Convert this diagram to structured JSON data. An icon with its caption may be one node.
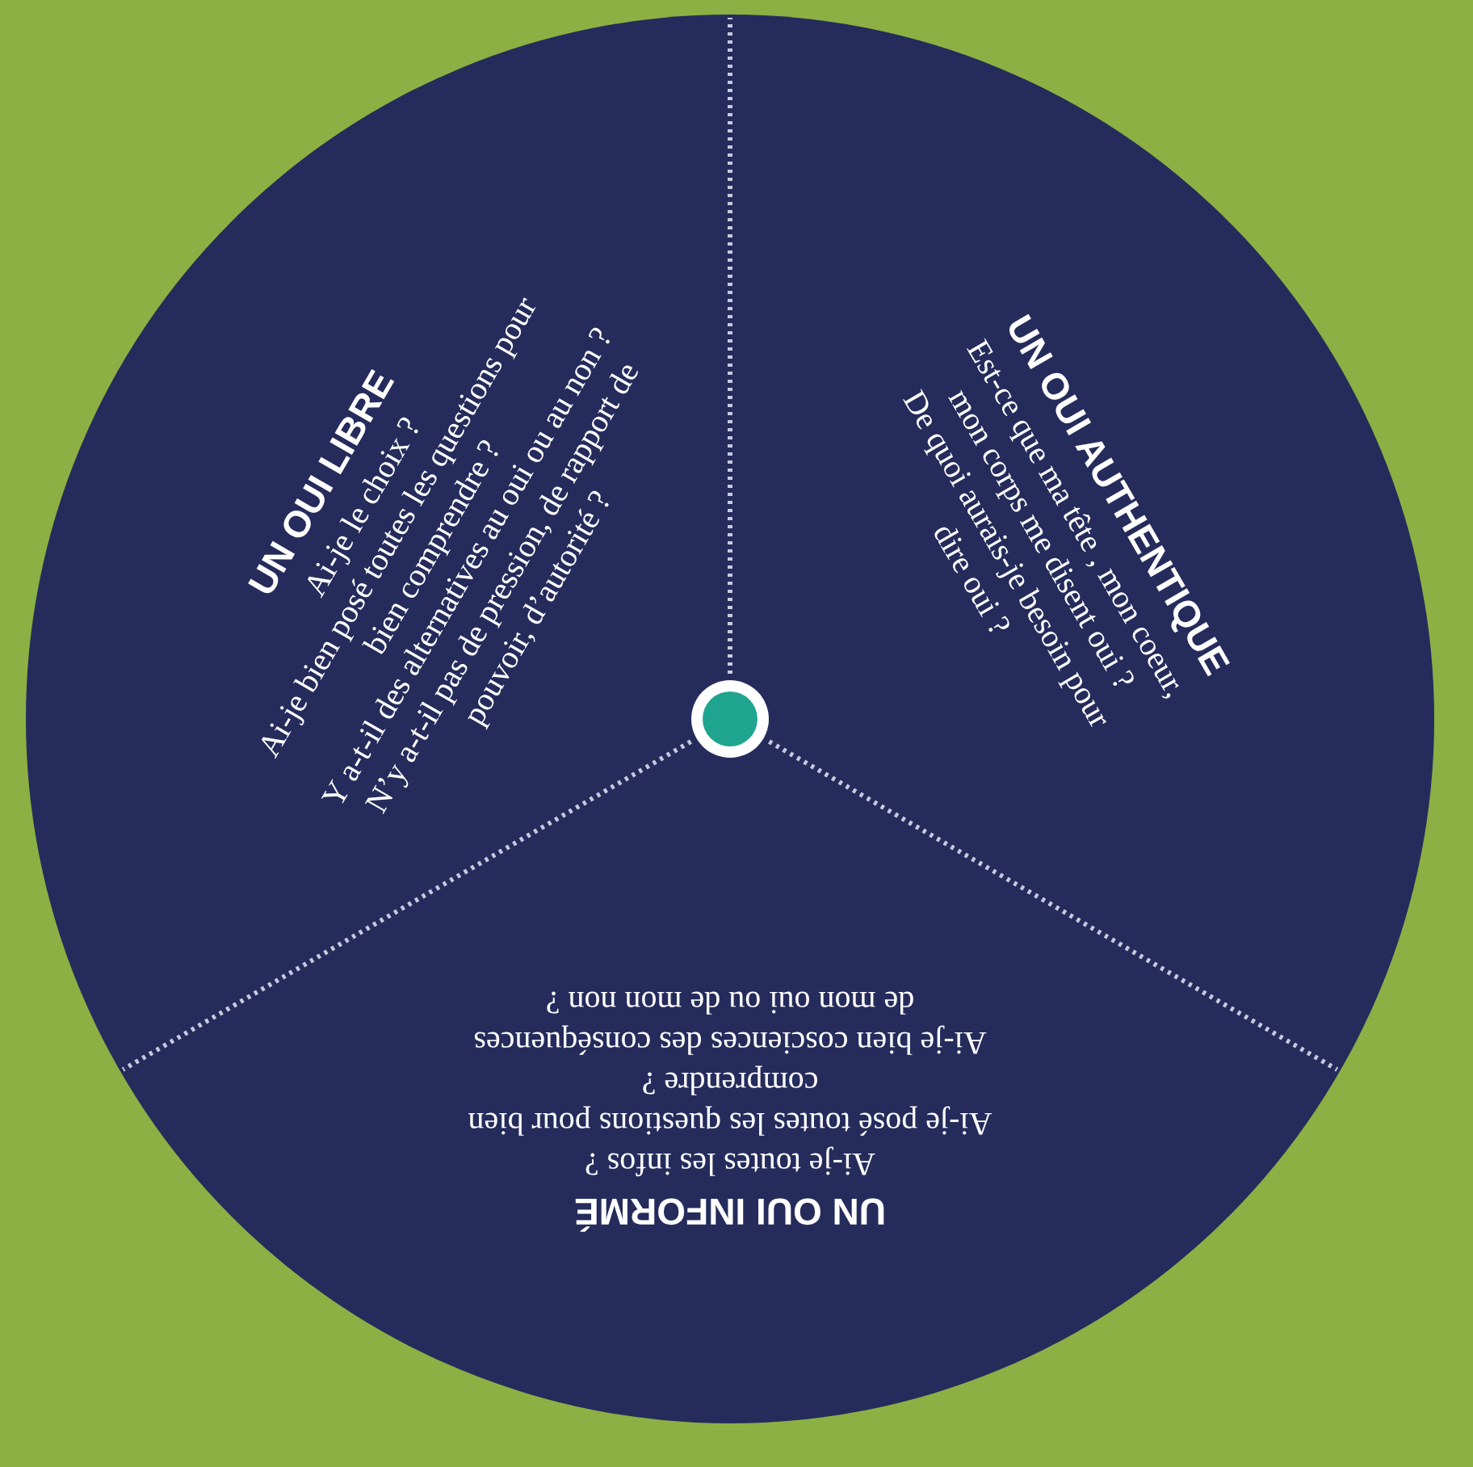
{
  "diagram": {
    "nodes": [
      {
        "text": [
          "UN OUI LIBRE",
          "Ai-je le choix ?",
          "Ai-je bien posé toutes les questions pour bien comprendre ?",
          "Y a-t-il des alternatives au oui ou au non ?",
          "N’y a-t-il pas de pression, de rapport de pouvoir, d’autorité ?"
        ]
      },
      {
        "text": [
          "UN OUI AUTHENTIQUE",
          "Est-ce que ma tête , mon coeur, mon corps me disent oui ?",
          "De quoi aurais-je besoin pour dire oui ?"
        ]
      },
      {
        "text": [
          "UN OUI INFORMÉ",
          "Ai-je toutes les infos ?",
          "Ai-je posé toutes les questions pour bien comprendre ?",
          "Ai-je bien cosciences des conséquences de mon oui ou de mon non ?"
        ]
      }
    ]
  }
}
